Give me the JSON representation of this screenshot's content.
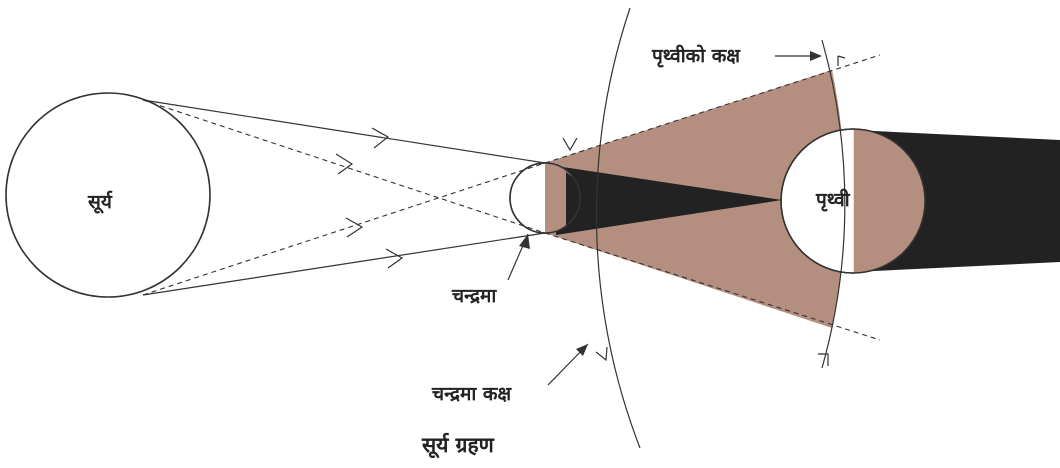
{
  "labels": {
    "sun": "सूर्य",
    "earth": "पृथ्वी",
    "moon": "चन्द्रमा",
    "earth_orbit": "पृथ्वीको कक्ष",
    "moon_orbit": "चन्द्रमा कक्ष",
    "caption": "सूर्य ग्रहण"
  },
  "colors": {
    "penumbra": "#b48e7f",
    "umbra": "#222222",
    "outline": "#333333",
    "background": "#ffffff"
  }
}
